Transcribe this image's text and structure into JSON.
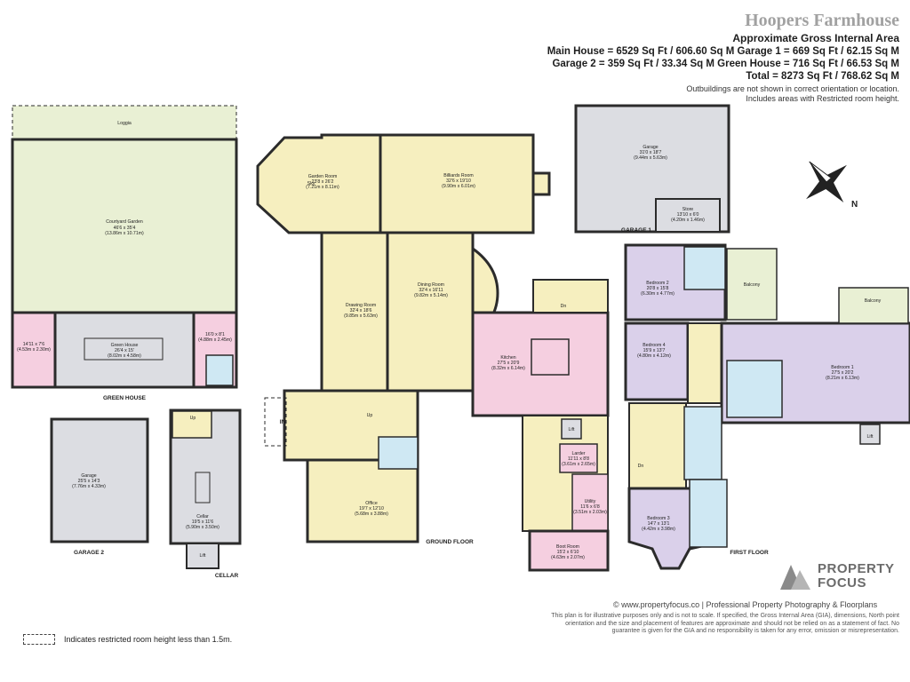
{
  "header": {
    "title": "Hoopers Farmhouse",
    "subtitle": "Approximate Gross Internal Area",
    "line1": "Main House = 6529 Sq Ft / 606.60 Sq M Garage 1 = 669 Sq Ft / 62.15 Sq M",
    "line2": "Garage 2 = 359 Sq Ft / 33.34 Sq M Green House = 716 Sq Ft / 66.53 Sq M",
    "line3": "Total = 8273 Sq Ft / 768.62 Sq M",
    "note1": "Outbuildings are not shown in correct orientation or location.",
    "note2": "Includes areas with Restricted room height."
  },
  "colors": {
    "wall": "#2b2b2b",
    "yellow": "#f6efbf",
    "pink": "#f5cfe0",
    "grey": "#dcdde2",
    "purple": "#dad0ea",
    "blue": "#cfe8f3",
    "green": "#e9f0d4"
  },
  "rooms": {
    "loggia": "Loggia",
    "courtyard": "Courtyard Garden",
    "courtyard_dims": "46'6 x 35'4",
    "courtyard_metric": "(13.86m x 10.71m)",
    "green_house": "Green House",
    "green_house_dims": "26'4 x 15'",
    "green_house_metric": "(8.02m x 4.58m)",
    "gh_left_dims": "14'11 x 7'6",
    "gh_left_metric": "(4.53m x 2.30m)",
    "gh_right_dims": "16'0 x 8'1",
    "gh_right_metric": "(4.88m x 2.45m)",
    "green_house_label": "GREEN HOUSE",
    "garage2": "Garage",
    "garage2_dims": "25'5 x 14'3",
    "garage2_metric": "(7.76m x 4.33m)",
    "garage2_label": "GARAGE 2",
    "cellar": "Cellar",
    "cellar_dims": "19'5 x 11'6",
    "cellar_metric": "(5.90m x 3.50m)",
    "cellar_label": "CELLAR",
    "up": "Up",
    "lift": "Lift",
    "garden_room": "Garden Room",
    "garden_room_dims": "23'8 x 26'2",
    "garden_room_metric": "(7.21m x 8.11m)",
    "sky": "Sky",
    "billiards": "Billiards Room",
    "billiards_dims": "32'6 x 19'10",
    "billiards_metric": "(9.90m x 6.01m)",
    "drawing": "Drawing Room",
    "drawing_dims": "32'4 x 18'6",
    "drawing_metric": "(9.85m x 5.63m)",
    "dining": "Dining Room",
    "dining_dims": "32'4 x 16'11",
    "dining_metric": "(9.82m x 5.14m)",
    "kitchen": "Kitchen",
    "kitchen_dims": "27'5 x 20'9",
    "kitchen_metric": "(8.32m x 6.14m)",
    "office": "Office",
    "office_dims": "19'7 x 12'10",
    "office_metric": "(5.68m x 3.88m)",
    "larder": "Larder",
    "larder_dims": "11'11 x 8'8",
    "larder_metric": "(3.61m x 2.65m)",
    "utility": "Utility",
    "utility_dims": "11'6 x 6'8",
    "utility_metric": "(3.51m x 2.03m)",
    "boot_room": "Boot Room",
    "boot_room_dims": "15'2 x 6'10",
    "boot_room_metric": "(4.63m x 2.07m)",
    "in": "IN",
    "dn": "Dn",
    "ground_floor_label": "GROUND FLOOR",
    "garage1": "Garage",
    "garage1_dims": "31'0 x 18'7",
    "garage1_metric": "(9.44m x 5.63m)",
    "store": "Store",
    "store_dims": "13'10 x 6'0",
    "store_metric": "(4.20m x 1.46m)",
    "garage1_label": "GARAGE 1",
    "bedroom1": "Bedroom 1",
    "bedroom1_dims": "27'5 x 20'2",
    "bedroom1_metric": "(8.21m x 6.13m)",
    "bedroom2": "Bedroom 2",
    "bedroom2_dims": "20'8 x 15'8",
    "bedroom2_metric": "(6.30m x 4.77m)",
    "bedroom3": "Bedroom 3",
    "bedroom3_dims": "14'7 x 13'1",
    "bedroom3_metric": "(4.42m x 3.98m)",
    "bedroom4": "Bedroom 4",
    "bedroom4_dims": "15'9 x 13'7",
    "bedroom4_metric": "(4.80m x 4.12m)",
    "balcony": "Balcony",
    "first_floor_label": "FIRST FLOOR"
  },
  "compass": {
    "north": "N",
    "icon": "compass-icon"
  },
  "footer": {
    "credit": "© www.propertyfocus.co | Professional Property Photography & Floorplans",
    "disclaimer": "This plan is for illustrative purposes only and is not to scale. If specified, the Gross Internal Area (GIA), dimensions, North point orientation and the size and placement of features are approximate and should not be relied on as a statement of fact. No guarantee is given for the GIA and no responsibility is taken for any error, omission or misrepresentation.",
    "legend": "Indicates restricted room height less than 1.5m.",
    "logo_line1": "PROPERTY",
    "logo_line2": "FOCUS"
  }
}
